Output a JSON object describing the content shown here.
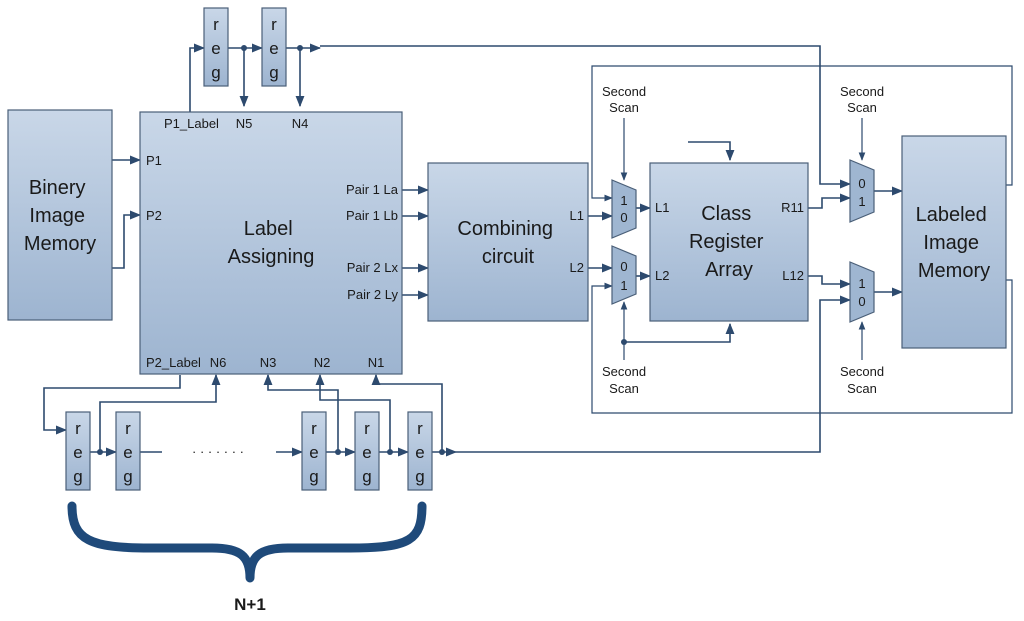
{
  "blocks": {
    "binary_memory": [
      "Binery",
      "Image",
      "Memory"
    ],
    "label_assigning": [
      "Label",
      "Assigning"
    ],
    "combining": [
      "Combining",
      "circuit"
    ],
    "class_register": [
      "Class",
      "Register",
      "Array"
    ],
    "labeled_memory": [
      "Labeled",
      "Image",
      "Memory"
    ]
  },
  "ports": {
    "p1": "P1",
    "p2": "P2",
    "p1_label": "P1_Label",
    "p2_label": "P2_Label",
    "n1": "N1",
    "n2": "N2",
    "n3": "N3",
    "n4": "N4",
    "n5": "N5",
    "n6": "N6",
    "pair1la": "Pair 1 La",
    "pair1lb": "Pair 1 Lb",
    "pair2lx": "Pair 2 Lx",
    "pair2ly": "Pair 2 Ly",
    "l1": "L1",
    "l2": "L2",
    "r11": "R11",
    "l12": "L12"
  },
  "reg_letters": [
    "r",
    "e",
    "g"
  ],
  "second_scan": [
    "Second",
    "Scan"
  ],
  "mux_labels": {
    "mux1": [
      "1",
      "0"
    ],
    "mux2": [
      "0",
      "1"
    ],
    "mux3": [
      "0",
      "1"
    ],
    "mux4": [
      "1",
      "0"
    ]
  },
  "ellipsis": "· · · · · · ·",
  "brace_label": "N+1",
  "colors": {
    "box_light": "#c6d5e6",
    "box_dark": "#9cb3cf",
    "stroke": "#4a5f78",
    "wire": "#2d4a6e",
    "brace": "#1f4a7a"
  }
}
